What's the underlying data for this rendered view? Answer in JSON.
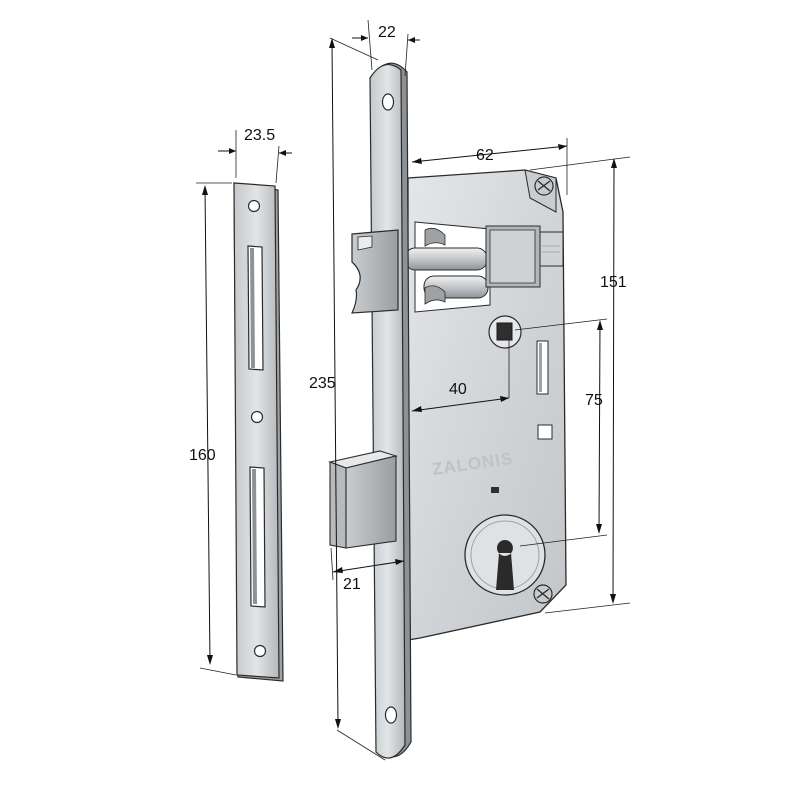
{
  "dimensions": {
    "strike_width": "23.5",
    "strike_height": "160",
    "faceplate_width": "22",
    "faceplate_height": "235",
    "case_depth": "62",
    "case_height": "151",
    "backset": "40",
    "center_distance": "75",
    "latch_projection": "21"
  },
  "brand": "ZALONIS",
  "colors": {
    "metal_light": "#d9dcde",
    "metal_mid": "#b9bdc0",
    "metal_dark": "#8e9295",
    "outline": "#2b2b2b"
  }
}
